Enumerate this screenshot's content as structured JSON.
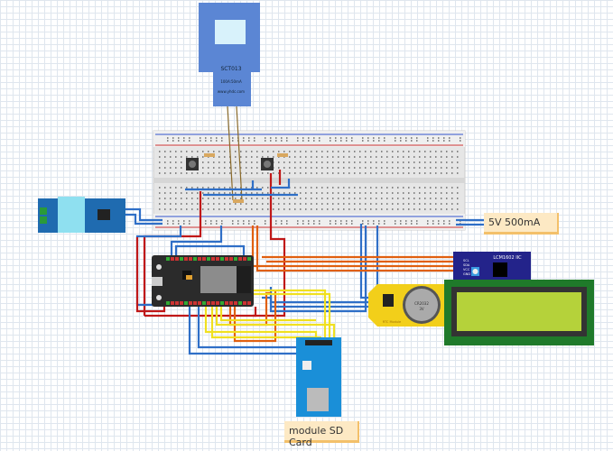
{
  "sensor": {
    "name": "SCT013",
    "rating": "100A:50mA",
    "site": "www.yhdc.com",
    "color": "#5b86d4"
  },
  "notes": {
    "power": "5V 500mA",
    "sdcard": "module SD Card"
  },
  "lcd_i2c": {
    "title": "LCM1602 IIC",
    "pins": [
      "SCL",
      "SDA",
      "VCC",
      "GND"
    ]
  },
  "rtc": {
    "battery": "CR2032",
    "voltage": "3V",
    "label": "RTC Module"
  },
  "colors": {
    "wire_blue": "#2f6fc7",
    "wire_red": "#c01818",
    "wire_orange": "#e06010",
    "wire_yellow": "#f0e020",
    "breadboard": "#e8e8e8",
    "lcd_screen": "#b5d23a"
  }
}
